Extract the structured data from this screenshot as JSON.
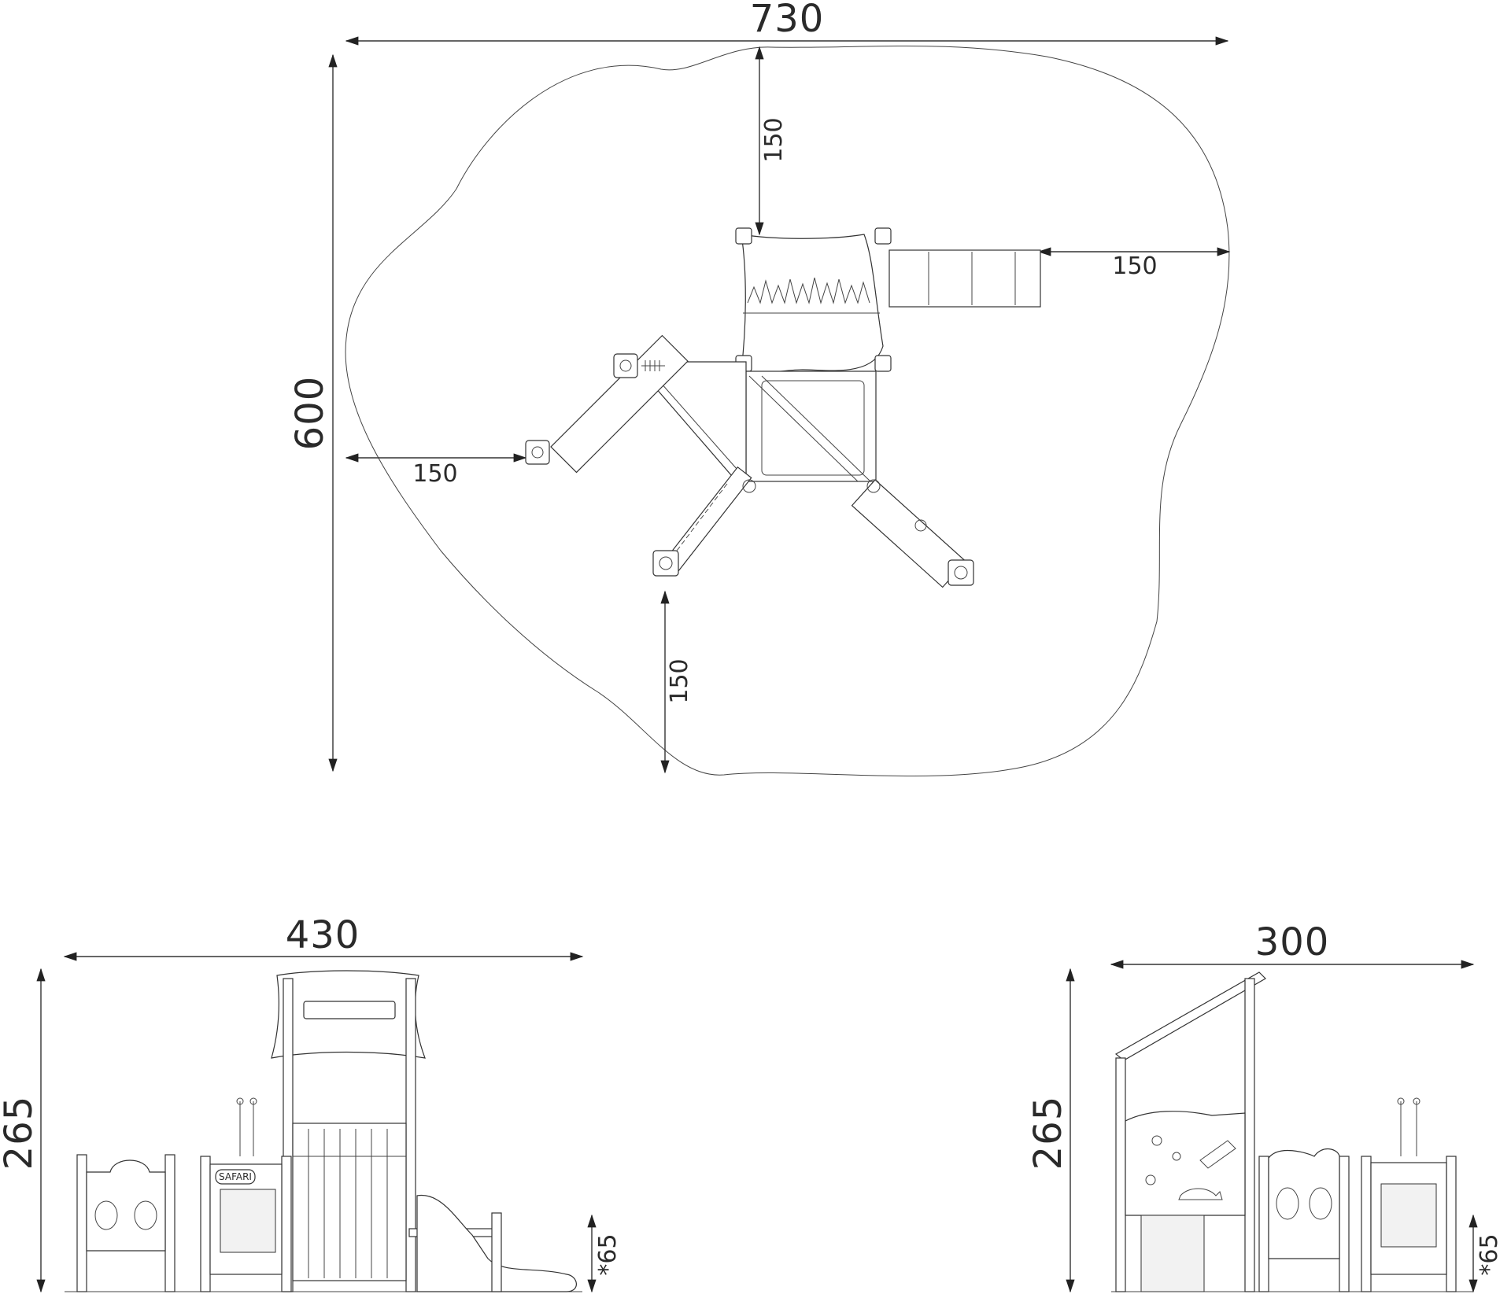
{
  "plan": {
    "total_width": "730",
    "total_depth": "600",
    "clearance_top": "150",
    "clearance_right": "150",
    "clearance_left": "150",
    "clearance_bottom": "150"
  },
  "front_elevation": {
    "width": "430",
    "height": "265",
    "foundation_depth": "*65",
    "sign_text": "SAFARI"
  },
  "side_elevation": {
    "width": "300",
    "height": "265",
    "foundation_depth": "*65"
  }
}
